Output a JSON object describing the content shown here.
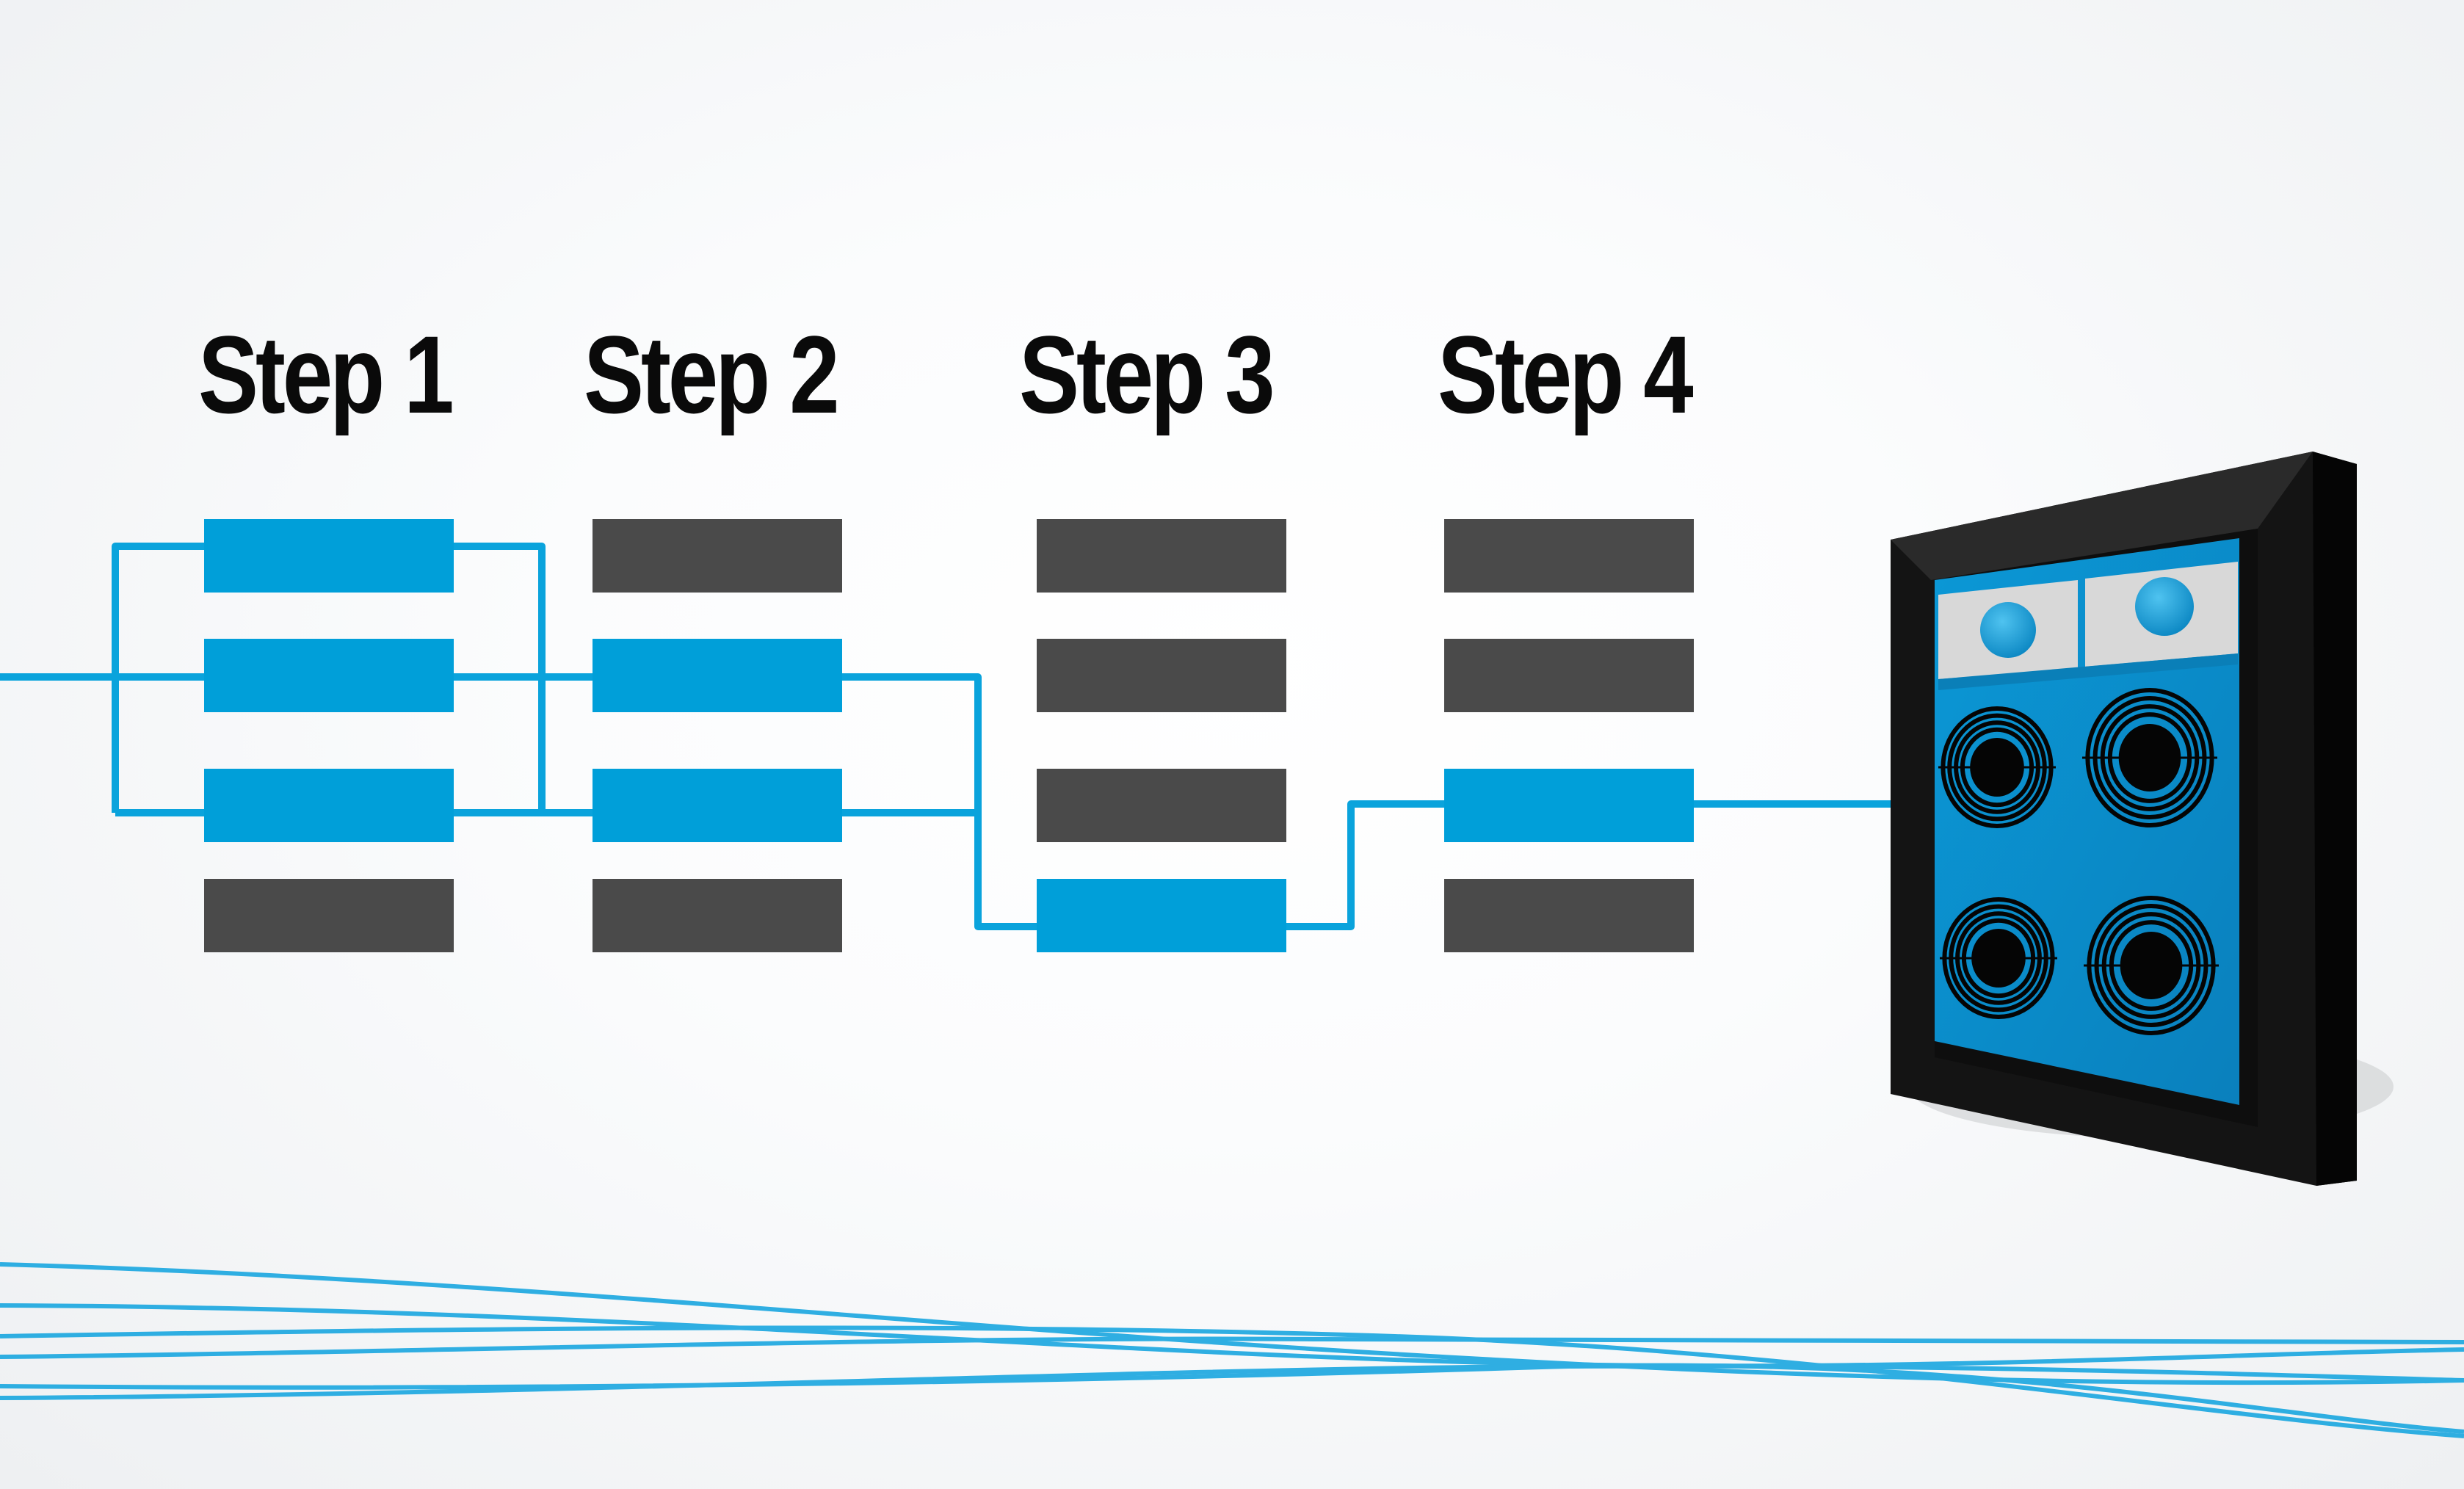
{
  "steps": [
    {
      "label": "Step 1",
      "states": [
        "active",
        "active",
        "active",
        "inactive"
      ]
    },
    {
      "label": "Step 2",
      "states": [
        "inactive",
        "active",
        "active",
        "inactive"
      ]
    },
    {
      "label": "Step 3",
      "states": [
        "inactive",
        "inactive",
        "inactive",
        "active"
      ]
    },
    {
      "label": "Step 4",
      "states": [
        "inactive",
        "inactive",
        "active",
        "inactive"
      ]
    }
  ],
  "colors": {
    "active": "#009fd9",
    "inactive": "#4a4a4a",
    "label": "#0a0a0a",
    "line": "#0aa3dc",
    "speaker_frame": "#141414",
    "speaker_body": "#0a95d3"
  },
  "speaker": {
    "icon": "speaker-cabinet-icon",
    "driver_count": 4,
    "knob_count": 2
  }
}
